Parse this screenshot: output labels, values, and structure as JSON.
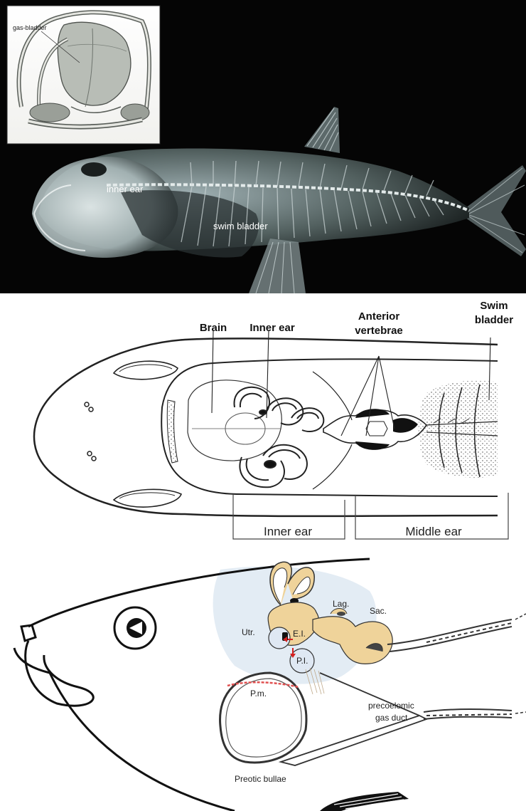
{
  "xray_panel": {
    "inset_label": "gas-bladder",
    "inner_ear_label": "inner ear",
    "swim_bladder_label": "swim bladder"
  },
  "dorsal_panel": {
    "labels": {
      "brain": "Brain",
      "inner_ear": "Inner ear",
      "anterior_vertebrae_line1": "Anterior",
      "anterior_vertebrae_line2": "vertebrae",
      "swim_bladder_line1": "Swim",
      "swim_bladder_line2": "bladder"
    },
    "bracket_labels": {
      "inner_ear": "Inner ear",
      "middle_ear": "Middle ear"
    }
  },
  "otic_panel": {
    "labels": {
      "lag": "Lag.",
      "sac": "Sac.",
      "utr": "Utr.",
      "ei": "E.I.",
      "pi": "P.I.",
      "pm": "P.m.",
      "duct_line1": "precoelomic",
      "duct_line2": "gas duct",
      "bullae": "Preotic bullae"
    }
  },
  "colors": {
    "xray_background": "#050505",
    "xray_bone": "#dfe7e8",
    "ear_tissue": "#efd39a",
    "arrow_red": "#d42020",
    "membrane_red": "#e05050",
    "water_blue": "#dce7f1"
  }
}
